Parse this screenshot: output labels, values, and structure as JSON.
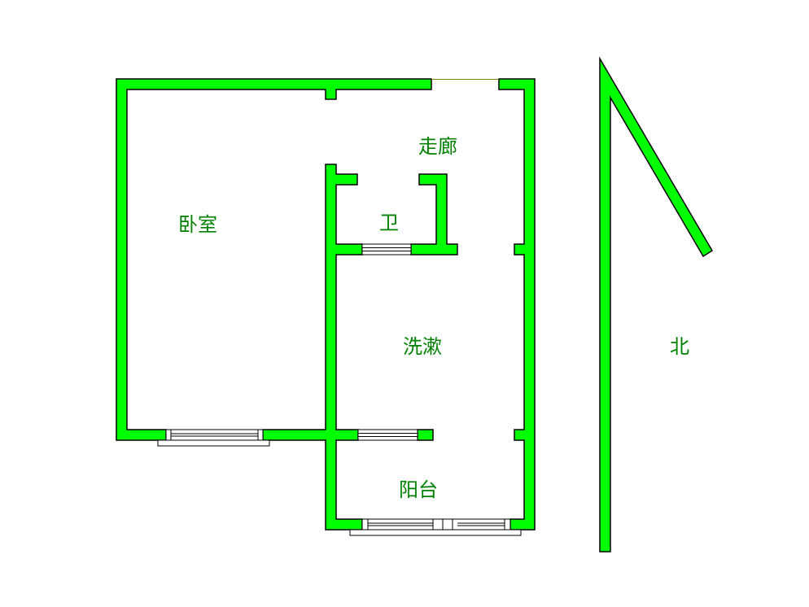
{
  "plan": {
    "wall_color": "#00ff00",
    "outline_color": "#000000",
    "label_color": "#008000"
  },
  "rooms": [
    {
      "id": "bedroom",
      "label": "卧室"
    },
    {
      "id": "corridor",
      "label": "走廊"
    },
    {
      "id": "bathroom",
      "label": "卫"
    },
    {
      "id": "washroom",
      "label": "洗漱"
    },
    {
      "id": "balcony",
      "label": "阳台"
    }
  ],
  "compass": {
    "label": "北"
  }
}
